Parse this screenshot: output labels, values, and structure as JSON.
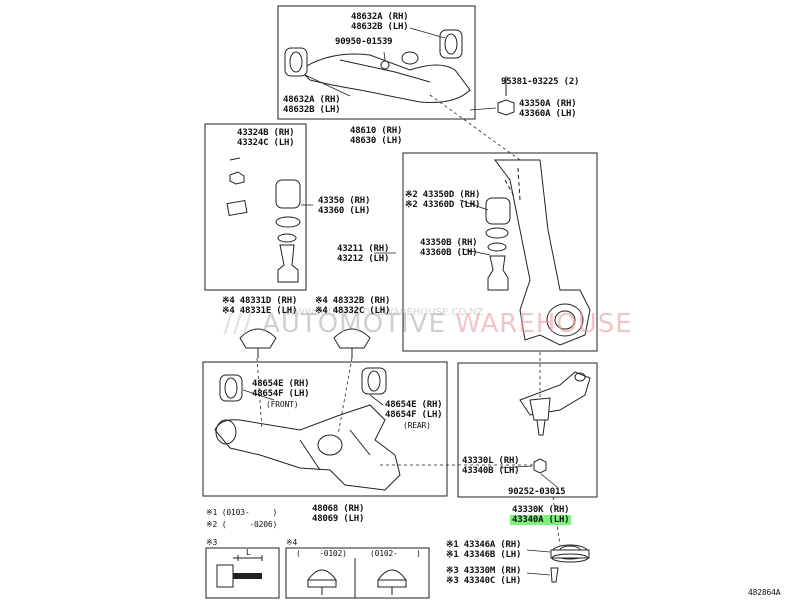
{
  "colors": {
    "line": "#222222",
    "highlight": "#7cf27c",
    "watermark_red": "#e8a0a0",
    "watermark_grey": "#b0b0b0"
  },
  "watermark": {
    "line1a": "AUTOMOTIVE ",
    "line1b": "WAREHOUSE",
    "line2": "WWW.AUTOMOTIVEWAREHOUSE.CO.NZ"
  },
  "parts": {
    "p48632a_rh_top": "48632A (RH)",
    "p48632b_lh_top": "48632B (LH)",
    "p90950": "90950-01539",
    "p48632a_rh_bot": "48632A (RH)",
    "p48632b_lh_bot": "48632B (LH)",
    "p48610": "48610 (RH)",
    "p48630": "48630 (LH)",
    "p95381": "95381-03225 (2)",
    "p43350a": "43350A (RH)",
    "p43360a": "43360A (LH)",
    "p43324b": "43324B (RH)",
    "p43324c": "43324C (LH)",
    "p43350": "43350 (RH)",
    "p43360": "43360 (LH)",
    "p43211": "43211 (RH)",
    "p43212": "43212 (LH)",
    "p43350d": "※2 43350D (RH)",
    "p43360d": "※2 43360D (LH)",
    "p43350b": "43350B (RH)",
    "p43360b": "43360B (LH)",
    "p48331d": "※4 48331D (RH)",
    "p48331e": "※4 48331E (LH)",
    "p48332b": "※4 48332B (RH)",
    "p48332c": "※4 48332C (LH)",
    "p48654e_a": "48654E (RH)",
    "p48654f_a": "48654F (LH)",
    "front": "(FRONT)",
    "p48654e_b": "48654E (RH)",
    "p48654f_b": "48654F (LH)",
    "rear": "(REAR)",
    "p43330l": "43330L (RH)",
    "p43340b": "43340B (LH)",
    "p90252": "90252-03015",
    "p48068": "48068 (RH)",
    "p48069": "48069 (LH)",
    "p43330k": "43330K (RH)",
    "p43340a": "43340A (LH)",
    "p43346a": "※1 43346A (RH)",
    "p43346b": "※1 43346B (LH)",
    "p43330m": "※3 43330M (RH)",
    "p43340c": "※3 43340C (LH)"
  },
  "notes": {
    "n1": "※1 (0103-     )",
    "n2": "※2 (     -0206)",
    "n3": "※3",
    "n4": "※4",
    "l_label": "L",
    "sub1": "(    -0102)",
    "sub2": "(0102-    )"
  },
  "diagram_id": "482864A"
}
